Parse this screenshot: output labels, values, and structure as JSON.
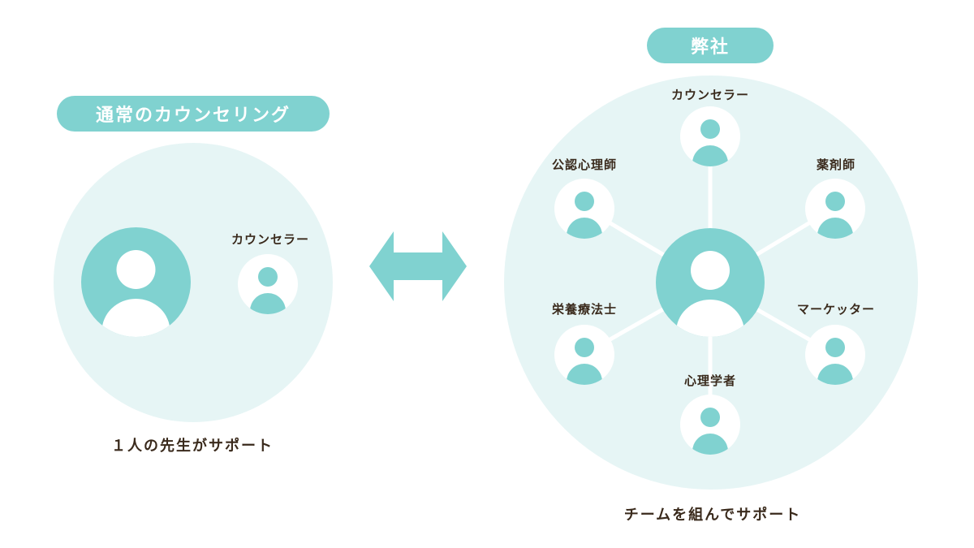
{
  "left": {
    "title": "通常のカウンセリング",
    "counselor_label": "カウンセラー",
    "caption": "１人の先生がサポート"
  },
  "right": {
    "title": "弊社",
    "caption": "チームを組んでサポート",
    "members": [
      {
        "label": "カウンセラー"
      },
      {
        "label": "薬剤師"
      },
      {
        "label": "マーケッター"
      },
      {
        "label": "心理学者"
      },
      {
        "label": "栄養療法士"
      },
      {
        "label": "公認心理師"
      }
    ]
  },
  "colors": {
    "accent": "#80d2d0",
    "circle_bg": "#e6f5f5",
    "text": "#3a2a1c",
    "connector": "#ffffff"
  },
  "icons": {
    "user": "user-icon",
    "arrow": "double-arrow-icon"
  }
}
